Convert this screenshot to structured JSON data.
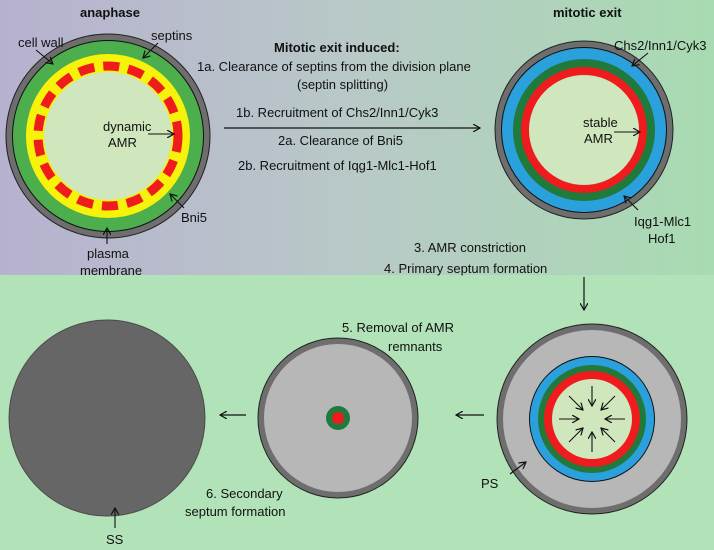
{
  "headings": {
    "left": "anaphase",
    "right": "mitotic exit"
  },
  "anaphase_labels": {
    "cell_wall": "cell wall",
    "septins": "septins",
    "dynamic": "dynamic",
    "amr": "AMR",
    "bni5": "Bni5",
    "plasma": "plasma",
    "membrane": "membrane"
  },
  "steps_header": "Mitotic exit induced:",
  "steps": {
    "s1a_line1": "1a. Clearance of septins from the division plane",
    "s1a_line2": "(septin splitting)",
    "s1b": "1b. Recruitment of Chs2/Inn1/Cyk3",
    "s2a": "2a. Clearance of Bni5",
    "s2b": "2b. Recruitment of Iqg1-Mlc1-Hof1",
    "s3": "3. AMR constriction",
    "s4": "4. Primary septum formation",
    "s5_line1": "5. Removal of AMR",
    "s5_line2": "remnants",
    "s6_line1": "6. Secondary",
    "s6_line2": "septum formation"
  },
  "exit_labels": {
    "chs2": "Chs2/Inn1/Cyk3",
    "stable": "stable",
    "amr": "AMR",
    "iqg1": "Iqg1-Mlc1",
    "hof1": "Hof1"
  },
  "bottom_labels": {
    "ps": "PS",
    "ss": "SS"
  },
  "colors": {
    "cell_wall": "#6e6e6e",
    "septins": "#4cae4c",
    "bni5": "#f7f20a",
    "amr": "#ee1c1c",
    "iqg1_hof1": "#1f7a3c",
    "chs2": "#2aa1dc",
    "cytoplasm": "#d0e6bd",
    "septum_gray": "#b7b7b7",
    "secondary_septum": "#666666"
  }
}
